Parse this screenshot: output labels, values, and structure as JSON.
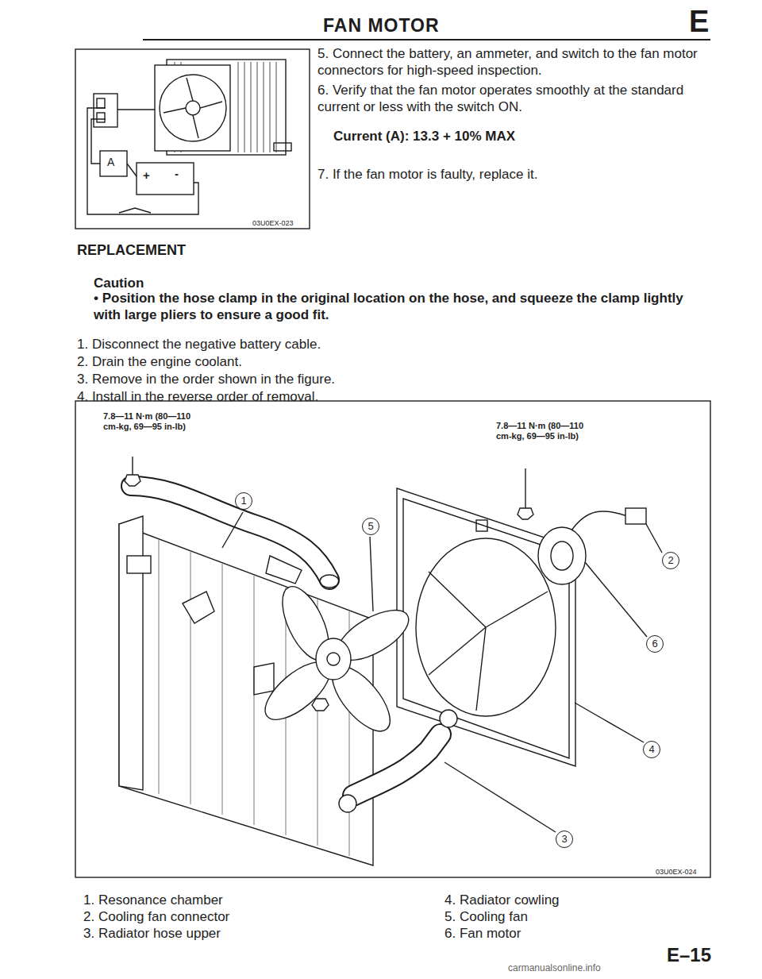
{
  "diagram": {
    "title": "FAN MOTOR",
    "labels": [
      "E",
      "5. Connect the battery, an ammeter, and switch to the fan motor connectors for high-speed inspection.",
      "6. Verify that the fan motor operates smoothly at the standard current or less with the switch ON.",
      "Current (A): 13.3 + 10% MAX",
      "7. If the fan motor is faulty, replace it.",
      "A",
      "+",
      "-",
      "03U0EX-023",
      "REPLACEMENT",
      "Caution",
      "• Position the hose clamp in the original location on the hose, and squeeze the clamp lightly with large pliers to ensure a good fit.",
      "1. Disconnect the negative battery cable.",
      "2. Drain the engine coolant.",
      "3. Remove in the order shown in the figure.",
      "4. Install in the reverse order of removal.",
      "7.8—11 N·m (80—110 cm-kg, 69—95 in-lb)",
      "7.8—11 N·m (80—110 cm-kg, 69—95 in-lb)",
      "1",
      "5",
      "2",
      "6",
      "4",
      "3",
      "03U0EX-024",
      "1. Resonance chamber",
      "2. Cooling fan connector",
      "3. Radiator hose upper",
      "4. Radiator cowling",
      "5. Cooling fan",
      "6. Fan motor",
      "E–15",
      "carmanualsonline.info"
    ]
  }
}
